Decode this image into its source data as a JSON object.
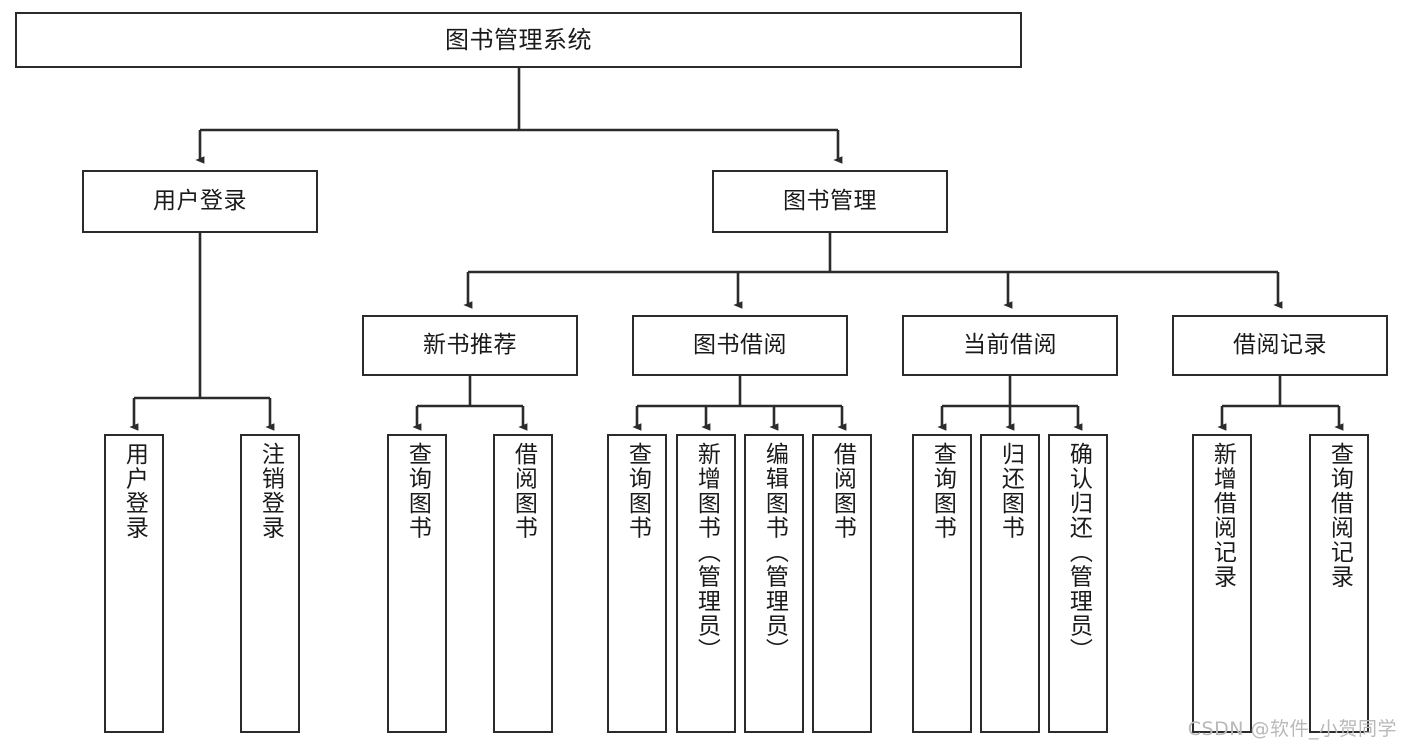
{
  "diagram": {
    "title": "图书管理系统",
    "type": "tree-hierarchy-chart",
    "watermark": "CSDN @软件_小贺同学",
    "colors": {
      "border": "#2b2b2b",
      "background": "#ffffff",
      "text": "#1a1a1a",
      "watermark": "#b9b9b9"
    }
  },
  "nodes": {
    "root": {
      "label": "图书管理系统"
    },
    "level2": [
      {
        "label": "用户登录"
      },
      {
        "label": "图书管理"
      }
    ],
    "level3": [
      {
        "label": "新书推荐"
      },
      {
        "label": "图书借阅"
      },
      {
        "label": "当前借阅"
      },
      {
        "label": "借阅记录"
      }
    ],
    "leaves": {
      "user_login": [
        {
          "label": "用户登录"
        },
        {
          "label": "注销登录"
        }
      ],
      "new_book_recommend": [
        {
          "label": "查询图书"
        },
        {
          "label": "借阅图书"
        }
      ],
      "book_borrow": [
        {
          "label": "查询图书"
        },
        {
          "label": "新增图书（管理员）"
        },
        {
          "label": "编辑图书（管理员）"
        },
        {
          "label": "借阅图书"
        }
      ],
      "current_borrow": [
        {
          "label": "查询图书"
        },
        {
          "label": "归还图书"
        },
        {
          "label": "确认归还（管理员）"
        }
      ],
      "borrow_record": [
        {
          "label": "新增借阅记录"
        },
        {
          "label": "查询借阅记录"
        }
      ]
    }
  }
}
